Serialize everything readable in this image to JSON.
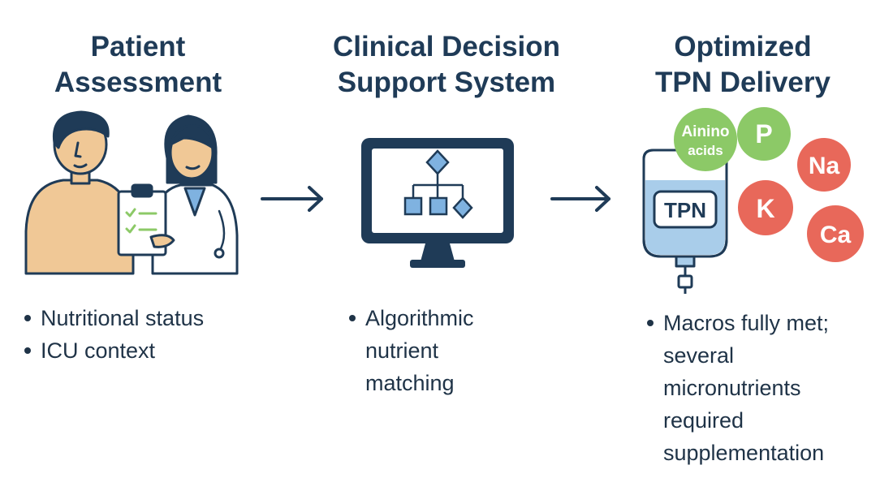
{
  "steps": [
    {
      "title": "Patient\nAssessment",
      "bullets": [
        "Nutritional status",
        "ICU context"
      ]
    },
    {
      "title": "Clinical Decision\nSupport System",
      "bullets": [
        "Algorithmic\nnutrient\nmatching"
      ]
    },
    {
      "title": "Optimized\nTPN Delivery",
      "bullets": [
        "Macros fully met;\nseveral\nmicronutrients\nrequired\nsupplementation"
      ]
    }
  ],
  "tpn_bag": {
    "label": "TPN"
  },
  "nutrients": [
    {
      "line1": "Ainino",
      "line2": "acids",
      "color": "#8cc967"
    },
    {
      "line1": "P",
      "line2": "",
      "color": "#8cc967"
    },
    {
      "line1": "Na",
      "line2": "",
      "color": "#e8685a"
    },
    {
      "line1": "K",
      "line2": "",
      "color": "#e8685a"
    },
    {
      "line1": "Ca",
      "line2": "",
      "color": "#e8685a"
    }
  ],
  "icons": {
    "patient": "patient-icon",
    "doctor": "doctor-icon",
    "clipboard": "clipboard-icon",
    "monitor": "computer-monitor-icon",
    "flowchart": "flowchart-icon",
    "arrow": "right-arrow-icon",
    "iv_bag": "iv-bag-icon"
  },
  "colors": {
    "navy": "#1f3b57",
    "skin": "#f0c896",
    "screen_blue": "#7fb2e0",
    "bag_blue": "#a9cdea",
    "green": "#8cc967",
    "red": "#e8685a"
  }
}
